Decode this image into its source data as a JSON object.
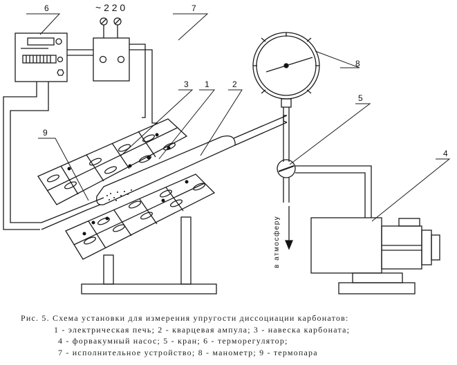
{
  "labels": {
    "voltage": "~ 2 2 0",
    "n1": "1",
    "n2": "2",
    "n3": "3",
    "n4": "4",
    "n5": "5",
    "n6": "6",
    "n7": "7",
    "n8": "8",
    "n9": "9",
    "atmosphere": "в атмосферу"
  },
  "caption": {
    "line1": "Рис. 5. Схема установки для измерения упругости диссоциации карбонатов:",
    "line2": "1 - электрическая печь; 2 - кварцевая ампула; 3 - навеска карбоната;",
    "line3": "4 - форвакумный насос; 5 - кран; 6 - терморегулятор;",
    "line4": "7  - исполнительное устройство; 8 - манометр; 9 - термопара"
  }
}
